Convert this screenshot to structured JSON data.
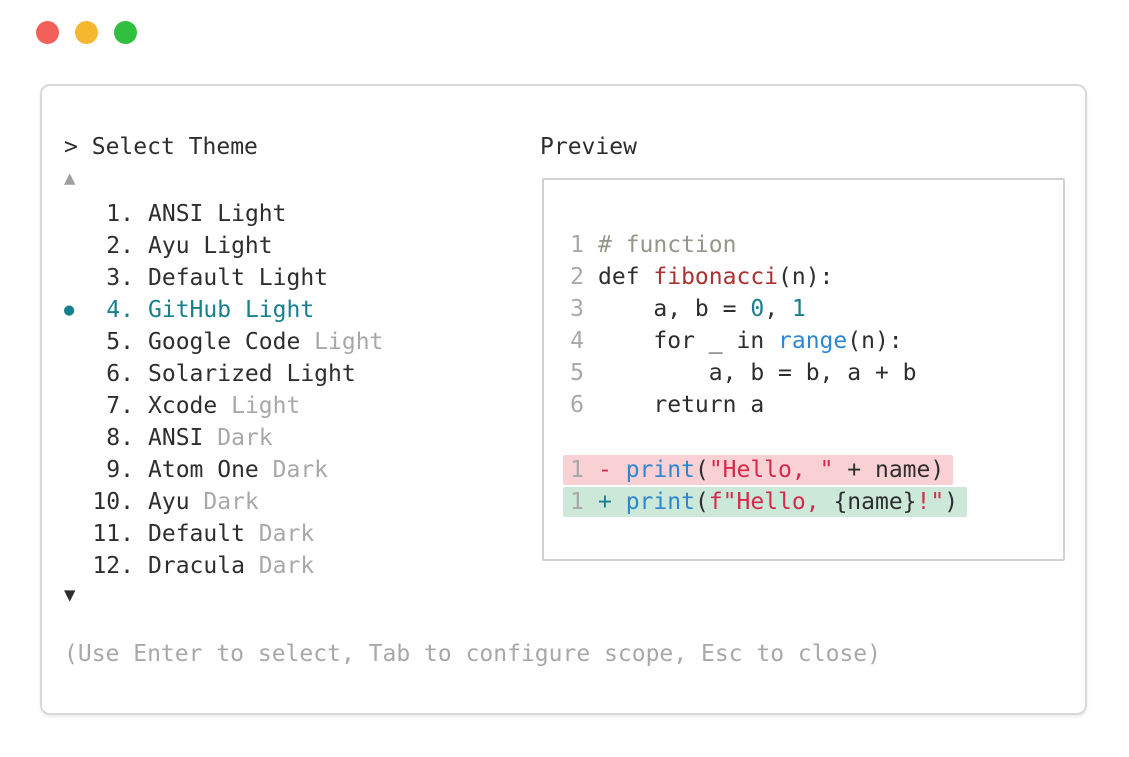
{
  "colors": {
    "text": "#2e2e2e",
    "muted": "#a8a8a8",
    "comment": "#96968a",
    "red": "#ab3230",
    "crimson": "#d5294d",
    "blue": "#2e86d2",
    "teal": "#17808d",
    "removed_bg": "#f9d0d3",
    "added_bg": "#cbe8d9",
    "border": "#d9d9d9",
    "border_inner": "#d0d0d0",
    "arrow": "#9e9e9e"
  },
  "window": {
    "traffic_lights": [
      {
        "name": "close-button",
        "color": "#f3605a"
      },
      {
        "name": "minimize-button",
        "color": "#f5b72f"
      },
      {
        "name": "zoom-button",
        "color": "#30bf3f"
      }
    ]
  },
  "theme_picker": {
    "prompt_symbol": ">",
    "title": "Select Theme",
    "scroll_up_symbol": "▲",
    "scroll_down_symbol": "▼",
    "selected_bullet": "●",
    "items": [
      {
        "number": "1",
        "name": "ANSI",
        "variant": "Light",
        "variant_muted": false,
        "selected": false
      },
      {
        "number": "2",
        "name": "Ayu",
        "variant": "Light",
        "variant_muted": false,
        "selected": false
      },
      {
        "number": "3",
        "name": "Default",
        "variant": "Light",
        "variant_muted": false,
        "selected": false
      },
      {
        "number": "4",
        "name": "GitHub",
        "variant": "Light",
        "variant_muted": false,
        "selected": true
      },
      {
        "number": "5",
        "name": "Google Code",
        "variant": "Light",
        "variant_muted": true,
        "selected": false
      },
      {
        "number": "6",
        "name": "Solarized",
        "variant": "Light",
        "variant_muted": false,
        "selected": false
      },
      {
        "number": "7",
        "name": "Xcode",
        "variant": "Light",
        "variant_muted": true,
        "selected": false
      },
      {
        "number": "8",
        "name": "ANSI",
        "variant": "Dark",
        "variant_muted": true,
        "selected": false
      },
      {
        "number": "9",
        "name": "Atom One",
        "variant": "Dark",
        "variant_muted": true,
        "selected": false
      },
      {
        "number": "10",
        "name": "Ayu",
        "variant": "Dark",
        "variant_muted": true,
        "selected": false
      },
      {
        "number": "11",
        "name": "Default",
        "variant": "Dark",
        "variant_muted": true,
        "selected": false
      },
      {
        "number": "12",
        "name": "Dracula",
        "variant": "Dark",
        "variant_muted": true,
        "selected": false
      }
    ],
    "hint": "(Use Enter to select, Tab to configure scope, Esc to close)"
  },
  "preview": {
    "label": "Preview",
    "code_lines": [
      {
        "line_number": "1",
        "tokens": [
          {
            "text": "# function",
            "color": "comment"
          }
        ]
      },
      {
        "line_number": "2",
        "tokens": [
          {
            "text": "def ",
            "color": "text"
          },
          {
            "text": "fibonacci",
            "color": "red"
          },
          {
            "text": "(n):",
            "color": "text"
          }
        ]
      },
      {
        "line_number": "3",
        "tokens": [
          {
            "text": "    a, b = ",
            "color": "text"
          },
          {
            "text": "0",
            "color": "teal"
          },
          {
            "text": ", ",
            "color": "text"
          },
          {
            "text": "1",
            "color": "teal"
          }
        ]
      },
      {
        "line_number": "4",
        "tokens": [
          {
            "text": "    for _ in ",
            "color": "text"
          },
          {
            "text": "range",
            "color": "blue"
          },
          {
            "text": "(n):",
            "color": "text"
          }
        ]
      },
      {
        "line_number": "5",
        "tokens": [
          {
            "text": "        a, b = b, a + b",
            "color": "text"
          }
        ]
      },
      {
        "line_number": "6",
        "tokens": [
          {
            "text": "    return a",
            "color": "text"
          }
        ]
      }
    ],
    "diff_lines": [
      {
        "line_number": "1",
        "type": "removed",
        "tokens": [
          {
            "text": "- ",
            "color": "crimson"
          },
          {
            "text": "print",
            "color": "blue"
          },
          {
            "text": "(",
            "color": "text"
          },
          {
            "text": "\"Hello, \"",
            "color": "crimson"
          },
          {
            "text": " + name)",
            "color": "text"
          }
        ]
      },
      {
        "line_number": "1",
        "type": "added",
        "tokens": [
          {
            "text": "+ ",
            "color": "teal"
          },
          {
            "text": "print",
            "color": "blue"
          },
          {
            "text": "(",
            "color": "text"
          },
          {
            "text": "f\"Hello, ",
            "color": "crimson"
          },
          {
            "text": "{name}",
            "color": "text"
          },
          {
            "text": "!\"",
            "color": "crimson"
          },
          {
            "text": ")",
            "color": "text"
          }
        ]
      }
    ]
  }
}
